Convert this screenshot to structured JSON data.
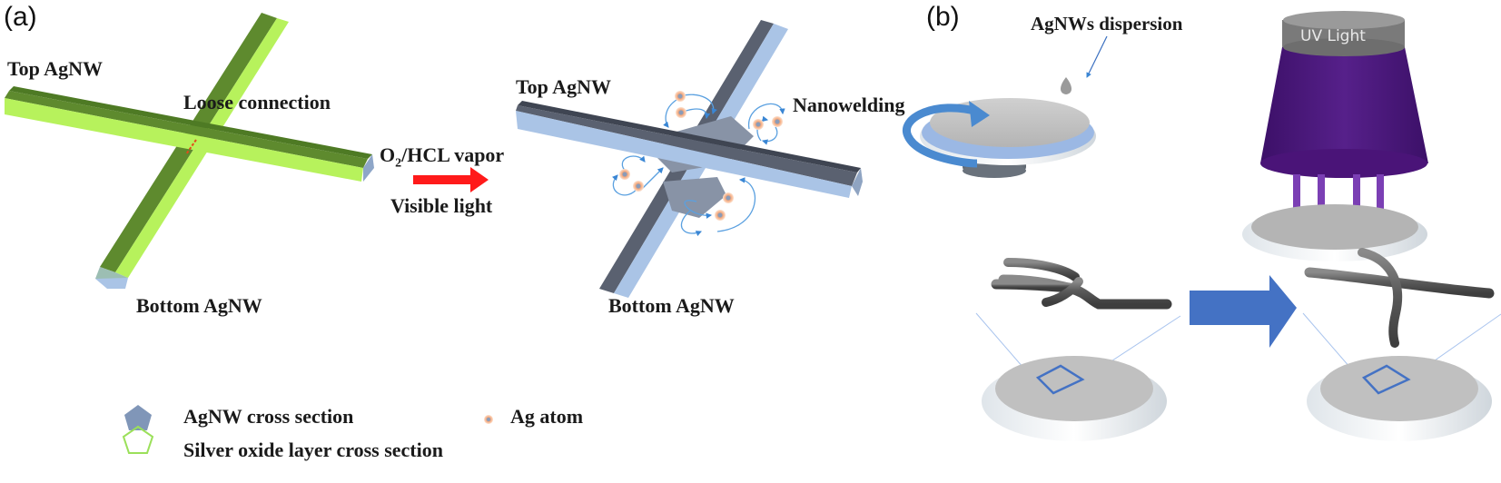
{
  "panel_a": {
    "label": "(a)",
    "before": {
      "top_label": "Top AgNW",
      "loose_label": "Loose connection",
      "bottom_label": "Bottom AgNW"
    },
    "process": {
      "condition_prefix": "O",
      "condition_sub": "2",
      "condition_suffix": "/HCL vapor",
      "light": "Visible light"
    },
    "after": {
      "top_label": "Top AgNW",
      "weld_label": "Nanowelding",
      "bottom_label": "Bottom AgNW"
    },
    "legend": {
      "agnw_cross": "AgNW cross section",
      "oxide_cross": "Silver oxide layer cross section",
      "ag_atom": "Ag atom"
    }
  },
  "panel_b": {
    "label": "(b)",
    "dispersion_label": "AgNWs dispersion",
    "uv_label": "UV Light"
  },
  "colors": {
    "green_dark": "#5e8a2e",
    "green_light": "#b7f25c",
    "wire_dark": "#59606e",
    "wire_light": "#aac4e6",
    "arrow_red": "#ff1a1a",
    "arrow_blue": "#4472c4",
    "uv_purple": "#4a1478"
  }
}
